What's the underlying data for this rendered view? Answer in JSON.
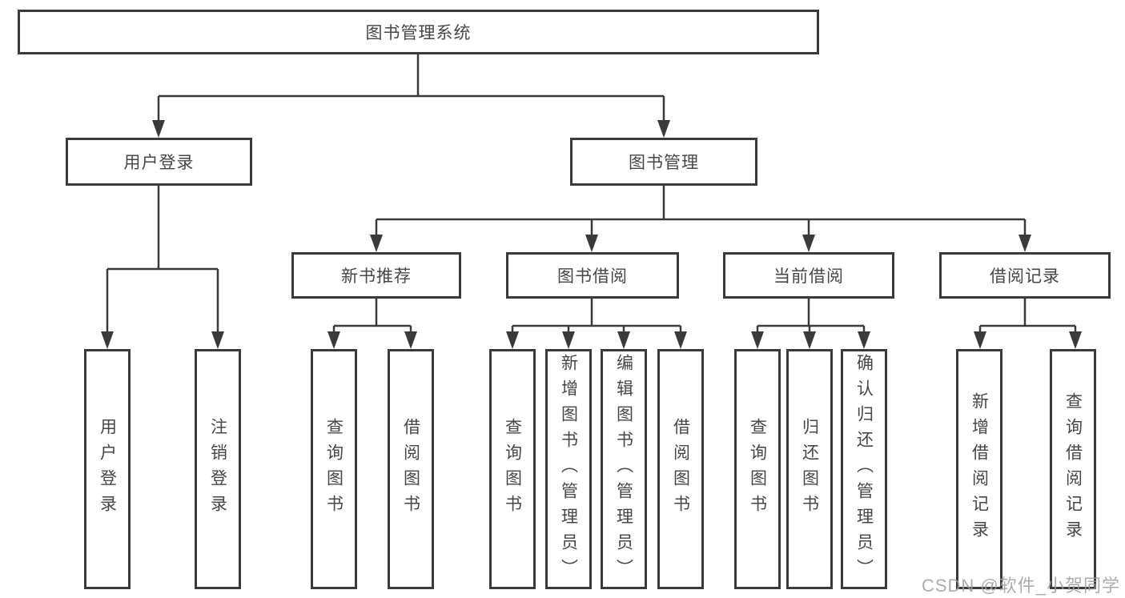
{
  "diagram": {
    "root": {
      "label": "图书管理系统"
    },
    "level2": [
      {
        "label": "用户登录"
      },
      {
        "label": "图书管理"
      }
    ],
    "level3": [
      {
        "label": "新书推荐"
      },
      {
        "label": "图书借阅"
      },
      {
        "label": "当前借阅"
      },
      {
        "label": "借阅记录"
      }
    ],
    "leaves": [
      {
        "group": "用户登录",
        "label": "用户登录"
      },
      {
        "group": "用户登录",
        "label": "注销登录"
      },
      {
        "group": "新书推荐",
        "label": "查询图书"
      },
      {
        "group": "新书推荐",
        "label": "借阅图书"
      },
      {
        "group": "图书借阅",
        "label": "查询图书"
      },
      {
        "group": "图书借阅",
        "label": "新增图书（管理员）"
      },
      {
        "group": "图书借阅",
        "label": "编辑图书（管理员）"
      },
      {
        "group": "图书借阅",
        "label": "借阅图书"
      },
      {
        "group": "当前借阅",
        "label": "查询图书"
      },
      {
        "group": "当前借阅",
        "label": "归还图书"
      },
      {
        "group": "当前借阅",
        "label": "确认归还（管理员）"
      },
      {
        "group": "借阅记录",
        "label": "新增借阅记录"
      },
      {
        "group": "借阅记录",
        "label": "查询借阅记录"
      }
    ],
    "colors": {
      "line": "#3a3a3a",
      "text": "#464646",
      "background": "#ffffff",
      "watermark": "#9e9e9e"
    }
  },
  "watermark": {
    "text": "CSDN @软件_小贺同学"
  }
}
